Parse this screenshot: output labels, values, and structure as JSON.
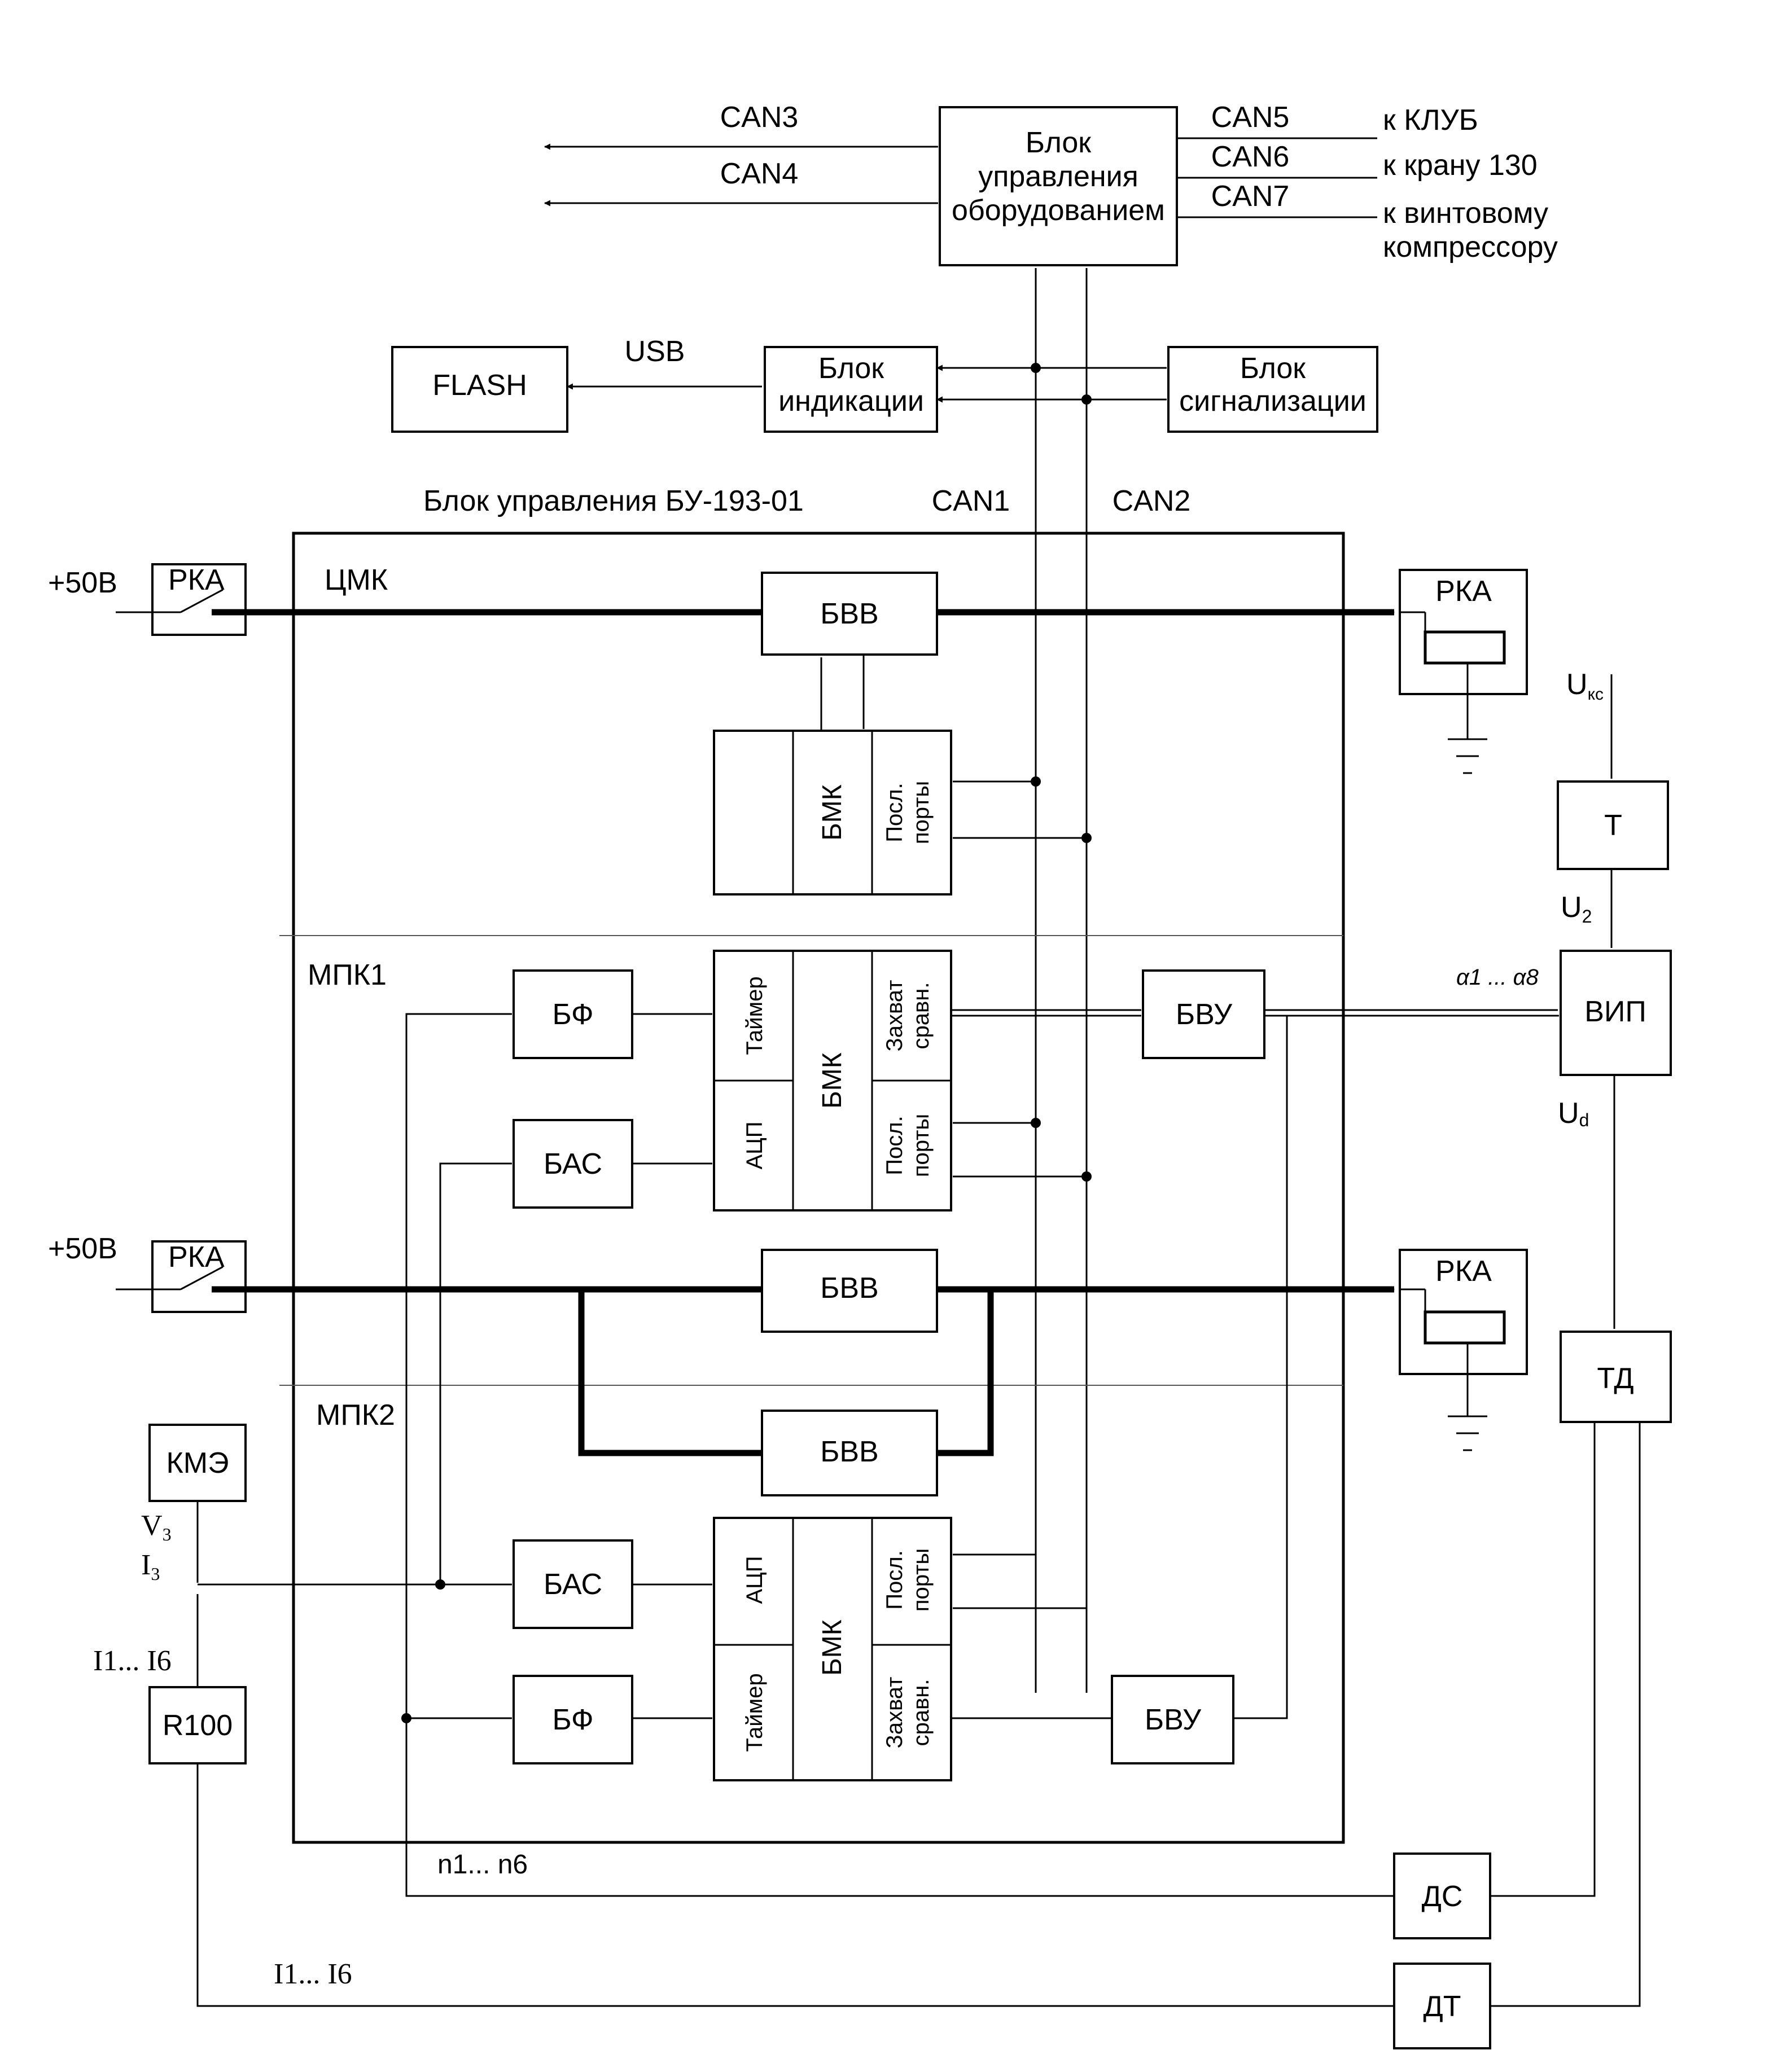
{
  "blocks": {
    "equipment": [
      "Блок",
      "управления",
      "оборудованием"
    ],
    "flash": "FLASH",
    "indication": [
      "Блок",
      "индикации"
    ],
    "signaling": [
      "Блок",
      "сигнализации"
    ],
    "bu_title": "Блок управления БУ-193-01",
    "cmk": "ЦМК",
    "mpk1": "МПК1",
    "mpk2": "МПК2",
    "bvv": "БВВ",
    "bmk": "БМК",
    "ports": [
      "Посл.",
      "порты"
    ],
    "timer": "Таймер",
    "adc": "АЦП",
    "capture": [
      "Захват",
      "сравн."
    ],
    "bf": "БФ",
    "bas": "БАС",
    "bvu": "БВУ",
    "rka": "РКА",
    "t": "Т",
    "vip": "ВИП",
    "td": "ТД",
    "ds": "ДС",
    "dt": "ДТ",
    "kme": "КМЭ",
    "r100": "R100"
  },
  "signals": {
    "can1": "CAN1",
    "can2": "CAN2",
    "can3": "CAN3",
    "can4": "CAN4",
    "can5": "CAN5",
    "can6": "CAN6",
    "can7": "CAN7",
    "usb": "USB",
    "to_klub": "к КЛУБ",
    "to_crane": "к крану 130",
    "to_screw": [
      "к винтовому",
      "компрессору"
    ],
    "plus50v": "+50В",
    "ukc": "U",
    "ukc_sub": "кс",
    "u2": "U",
    "u2_sub": "2",
    "ud": "U",
    "ud_sub": "d",
    "alpha": "α1 ... α8",
    "v3": "V",
    "v3_sub": "3",
    "i3": "I",
    "i3_sub": "3",
    "i1_i6": "I1... I6",
    "n1_n6": "n1... n6"
  }
}
